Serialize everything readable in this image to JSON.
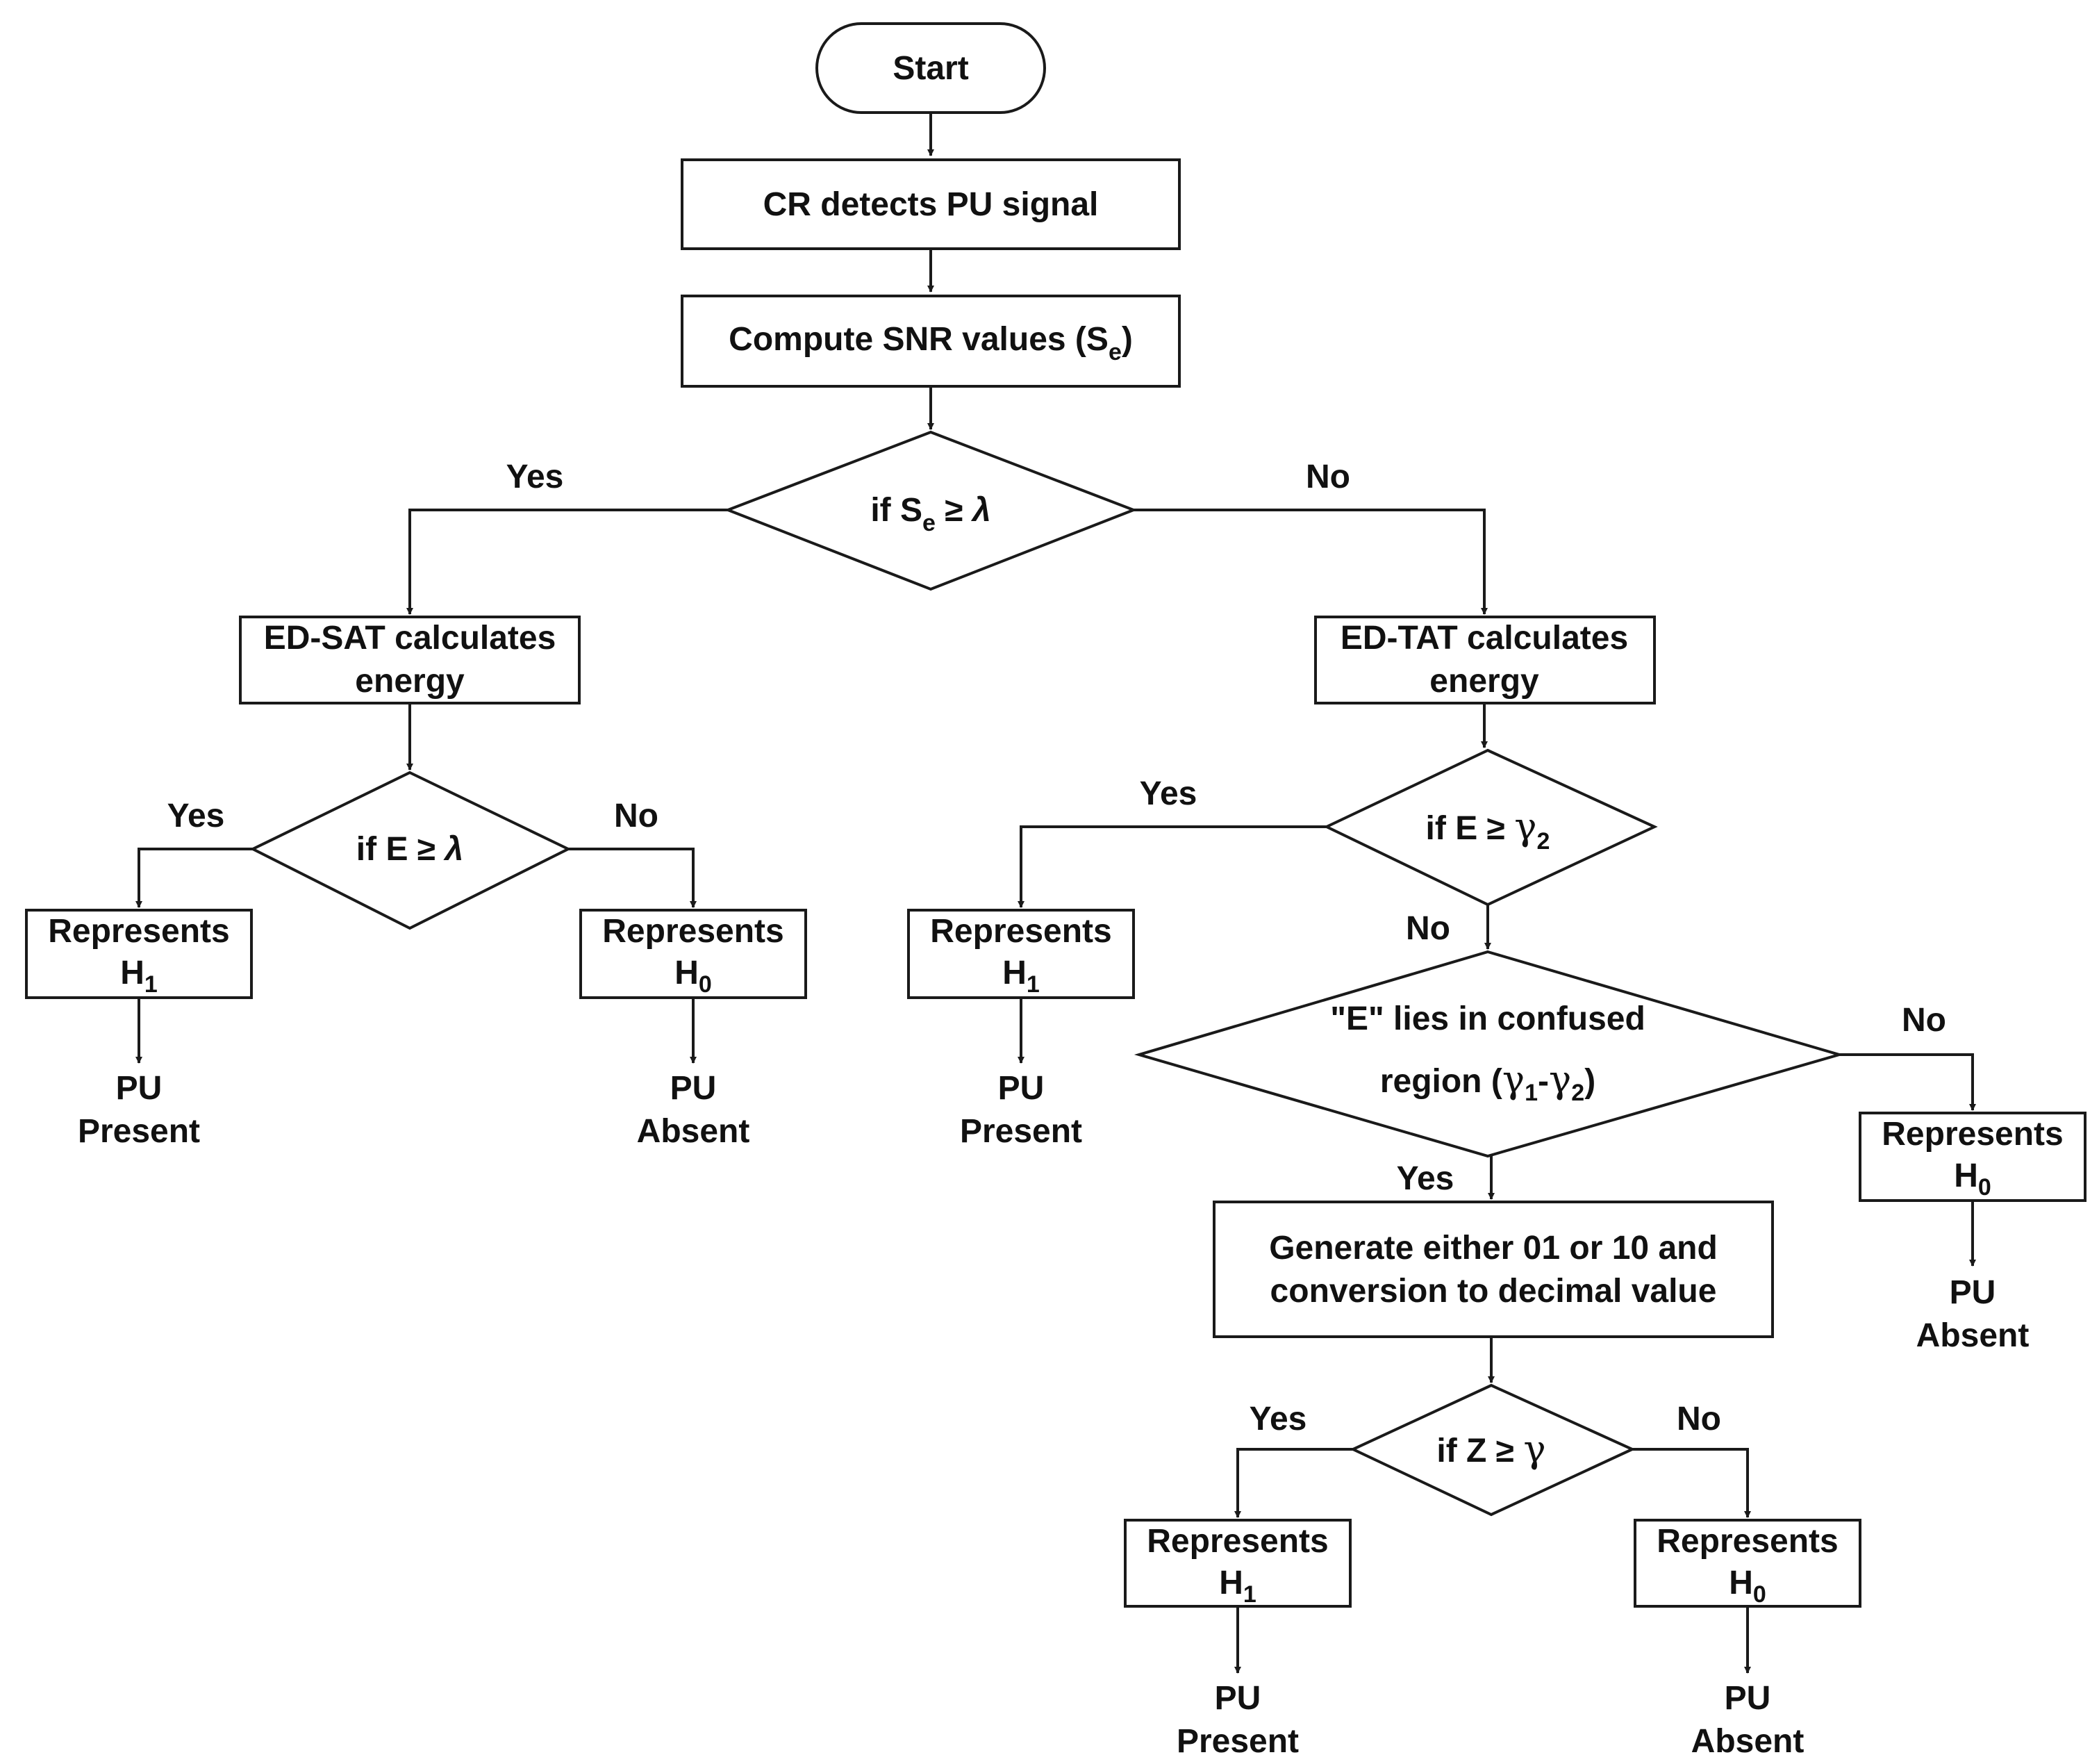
{
  "nodes": {
    "start": "Start",
    "detect": "CR detects PU signal",
    "compute": {
      "text": "Compute SNR values (S",
      "sub": "e",
      "close": ")"
    },
    "snr_decision": {
      "prefix": "if S",
      "sub": "e",
      "rest": " ≥ ",
      "symbol": "λ"
    },
    "ed_sat": {
      "line1": "ED-SAT calculates",
      "line2": "energy"
    },
    "ed_tat": {
      "line1": "ED-TAT calculates",
      "line2": "energy"
    },
    "sat_decision": {
      "prefix": "if E ≥ ",
      "symbol": "λ"
    },
    "tat_decision": {
      "prefix": "if E ≥ ",
      "symbol": "γ",
      "sub": "2"
    },
    "confused": {
      "line1": "\"E\" lies in confused",
      "line2_prefix": "region (",
      "g1": "γ",
      "s1": "1",
      "dash": "-",
      "g2": "γ",
      "s2": "2",
      "close": ")"
    },
    "generate": {
      "line1": "Generate either 01 or 10 and",
      "line2": "conversion to decimal value"
    },
    "z_decision": {
      "prefix": "if Z ≥ ",
      "symbol": "γ"
    },
    "sat_h1": {
      "line1": "Represents",
      "h": "H",
      "sub": "1"
    },
    "sat_h0": {
      "line1": "Represents",
      "h": "H",
      "sub": "0"
    },
    "tat_h1": {
      "line1": "Represents",
      "h": "H",
      "sub": "1"
    },
    "conf_h0": {
      "line1": "Represents",
      "h": "H",
      "sub": "0"
    },
    "z_h1": {
      "line1": "Represents",
      "h": "H",
      "sub": "1"
    },
    "z_h0": {
      "line1": "Represents",
      "h": "H",
      "sub": "0"
    }
  },
  "outcomes": {
    "sat_present": {
      "line1": "PU",
      "line2": "Present"
    },
    "sat_absent": {
      "line1": "PU",
      "line2": "Absent"
    },
    "tat_present": {
      "line1": "PU",
      "line2": "Present"
    },
    "conf_absent": {
      "line1": "PU",
      "line2": "Absent"
    },
    "z_present": {
      "line1": "PU",
      "line2": "Present"
    },
    "z_absent": {
      "line1": "PU",
      "line2": "Absent"
    }
  },
  "labels": {
    "snr_yes": "Yes",
    "snr_no": "No",
    "sat_yes": "Yes",
    "sat_no": "No",
    "tat_yes": "Yes",
    "tat_no": "No",
    "conf_yes": "Yes",
    "conf_no": "No",
    "z_yes": "Yes",
    "z_no": "No"
  }
}
